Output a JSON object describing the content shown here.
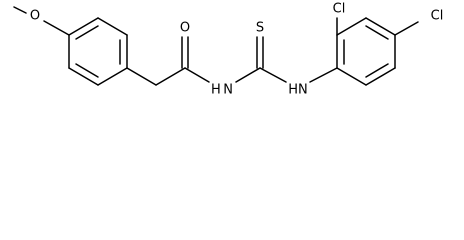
{
  "molecule": {
    "labels": {
      "methoxy_o": "O",
      "carbonyl_o": "O",
      "amide_nh": "H N",
      "thioamide_nh": "HN",
      "thione_s": "S",
      "cl_top": "Cl",
      "cl_right": "Cl"
    }
  }
}
